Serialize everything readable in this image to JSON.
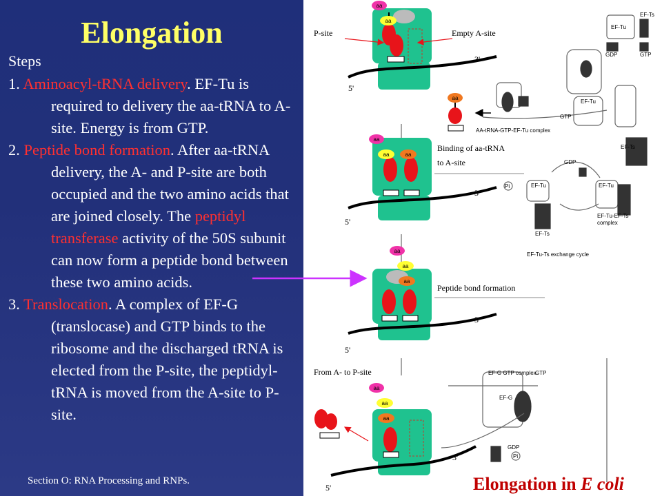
{
  "slide": {
    "title": "Elongation",
    "steps_heading": "Steps",
    "steps": [
      {
        "num": "1.",
        "keyword": "Aminoacyl-tRNA delivery",
        "text": ". EF-Tu is required to delivery the aa-tRNA to A-site. Energy is from GTP."
      },
      {
        "num": "2.",
        "keyword": "Peptide bond formation",
        "text_before": ". After aa-tRNA delivery, the A- and P-site are both occupied and the two amino acids that are joined closely. The ",
        "keyword2": "peptidyl transferase",
        "text_after": " activity of the 50S subunit can now form a peptide bond between these two amino acids."
      },
      {
        "num": "3.",
        "keyword": "Translocation",
        "text": ". A complex of EF-G (translocase)  and GTP binds to the ribosome and the discharged tRNA is elected from the P-site, the peptidyl-tRNA is moved from the A-site to P-site."
      }
    ],
    "footer": "Section O: RNA Processing and RNPs.",
    "bottom_title_prefix": "Elongation in ",
    "bottom_title_italic": "E coli"
  },
  "diagram": {
    "labels": {
      "p_site": "P-site",
      "empty_a_site": "Empty A-site",
      "binding": "Binding of aa-tRNA",
      "binding2": "to A-site",
      "peptide_bond": "Peptide bond formation",
      "from_a_to_p": "From A- to P-site",
      "aa": "aa",
      "three_prime": "3'",
      "five_prime": "5'"
    },
    "cycle_labels": {
      "ef_tu": "EF-Tu",
      "ef_ts": "EF-Ts",
      "gdp": "GDP",
      "gtp": "GTP",
      "ternary": "AA-tRNA-GTP-EF-Tu complex",
      "pi": "Pi",
      "tu_ts_complex": "EF-Tu-EF-Ts",
      "complex": "complex",
      "exchange_cycle": "EF-Tu-Ts exchange cycle",
      "ef_g_gtp": "EF-G GTP complex",
      "ef_g": "EF-G"
    }
  },
  "colors": {
    "background_left": "#22307a",
    "title": "#ffff66",
    "keyword": "#ff3030",
    "ribosome": "#1fc28f",
    "trna": "#e8141a",
    "aa_pink": "#f032a8",
    "aa_yellow": "#ffff33",
    "aa_orange": "#f07820",
    "arrow_magenta": "#cc33ff",
    "bottom_title": "#c00000"
  }
}
